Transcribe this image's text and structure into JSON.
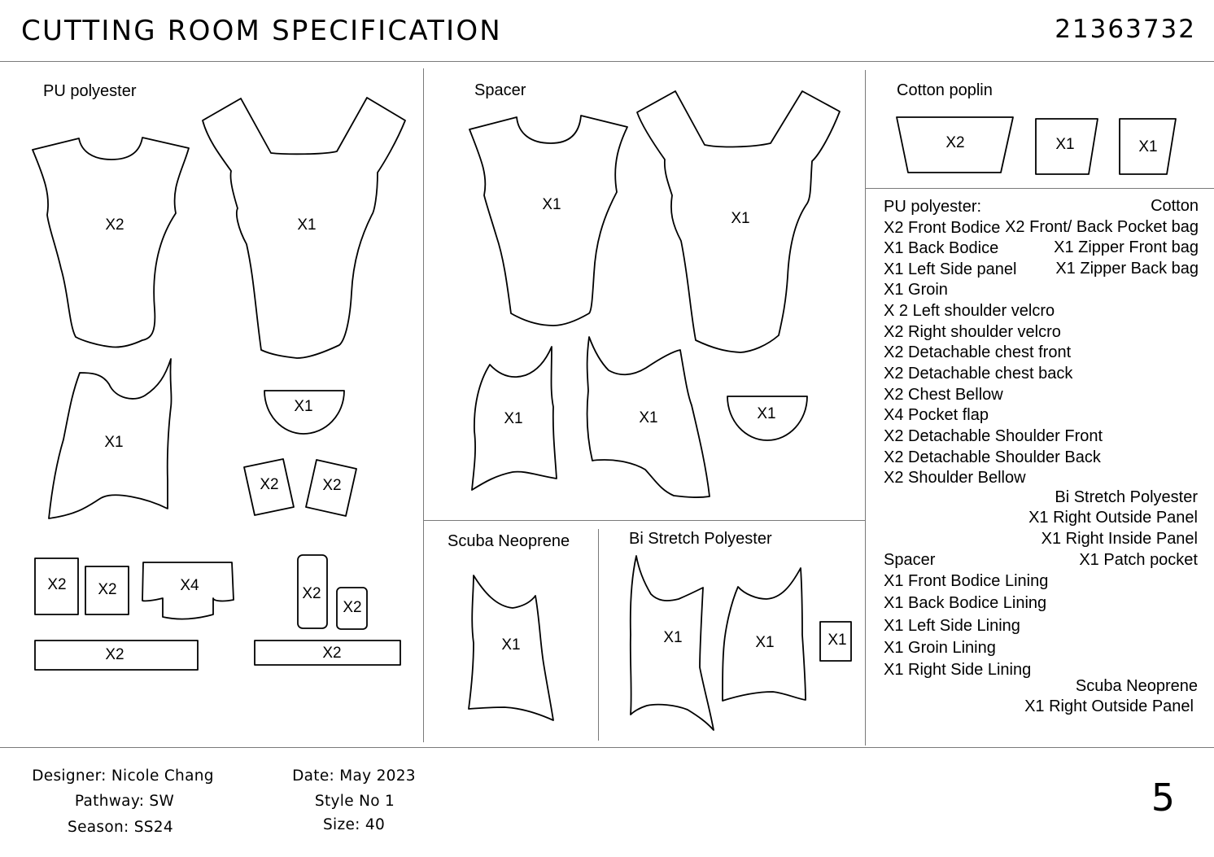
{
  "header": {
    "title": "CUTTING ROOM SPECIFICATION",
    "doc_number": "21363732"
  },
  "panels": {
    "pu": {
      "label": "PU polyester"
    },
    "spacer": {
      "label": "Spacer"
    },
    "cotton": {
      "label": "Cotton poplin"
    },
    "scuba": {
      "label": "Scuba Neoprene"
    },
    "bistretch": {
      "label": "Bi Stretch Polyester"
    }
  },
  "pieces": {
    "pu_front_bodice": "X2",
    "pu_back_bodice": "X1",
    "pu_side_panel": "X1",
    "pu_groin": "X1",
    "pu_small_left": "X2",
    "pu_small_right": "X2",
    "pu_rect_a": "X2",
    "pu_rect_b": "X2",
    "pu_pocket_flap": "X4",
    "pu_long_strip_left": "X2",
    "pu_tall_rounded": "X2",
    "pu_small_rounded": "X2",
    "pu_long_strip_right": "X2",
    "spacer_front": "X1",
    "spacer_back": "X1",
    "spacer_left_side": "X1",
    "spacer_right_side": "X1",
    "spacer_groin": "X1",
    "cotton_trap": "X2",
    "cotton_rect_a": "X1",
    "cotton_rect_b": "X1",
    "scuba_panel": "X1",
    "bistretch_outside": "X1",
    "bistretch_inside": "X1",
    "bistretch_patch": "X1"
  },
  "cut_list": {
    "pu_heading": "PU polyester:",
    "pu_items": [
      "X2 Front Bodice",
      "X1 Back Bodice",
      "X1 Left Side panel",
      "X1 Groin",
      "X 2 Left shoulder velcro",
      "X2 Right shoulder velcro",
      "X2 Detachable chest front",
      "X2 Detachable chest back",
      "X2 Chest Bellow",
      "X4 Pocket flap",
      "X2 Detachable Shoulder Front",
      "X2 Detachable Shoulder Back",
      "X2 Shoulder Bellow"
    ],
    "cotton_heading": "Cotton",
    "cotton_items": [
      "X2 Front/ Back Pocket bag",
      "X1 Zipper Front bag",
      "X1 Zipper Back bag"
    ],
    "bistretch_heading": "Bi Stretch Polyester",
    "bistretch_items": [
      "X1 Right Outside Panel",
      "X1 Right Inside Panel",
      "X1 Patch pocket"
    ],
    "spacer_heading": "Spacer",
    "spacer_items": [
      "X1 Front Bodice Lining",
      "X1 Back Bodice Lining",
      "X1 Left Side Lining",
      "X1 Groin Lining",
      "X1 Right Side Lining"
    ],
    "scuba_heading": "Scuba Neoprene",
    "scuba_items": [
      "X1 Right Outside Panel"
    ]
  },
  "footer": {
    "designer": "Designer: Nicole Chang",
    "pathway": "Pathway: SW",
    "season": "Season: SS24",
    "date": "Date: May 2023",
    "style": "Style No 1",
    "size": "Size: 40",
    "page_number": "5"
  }
}
